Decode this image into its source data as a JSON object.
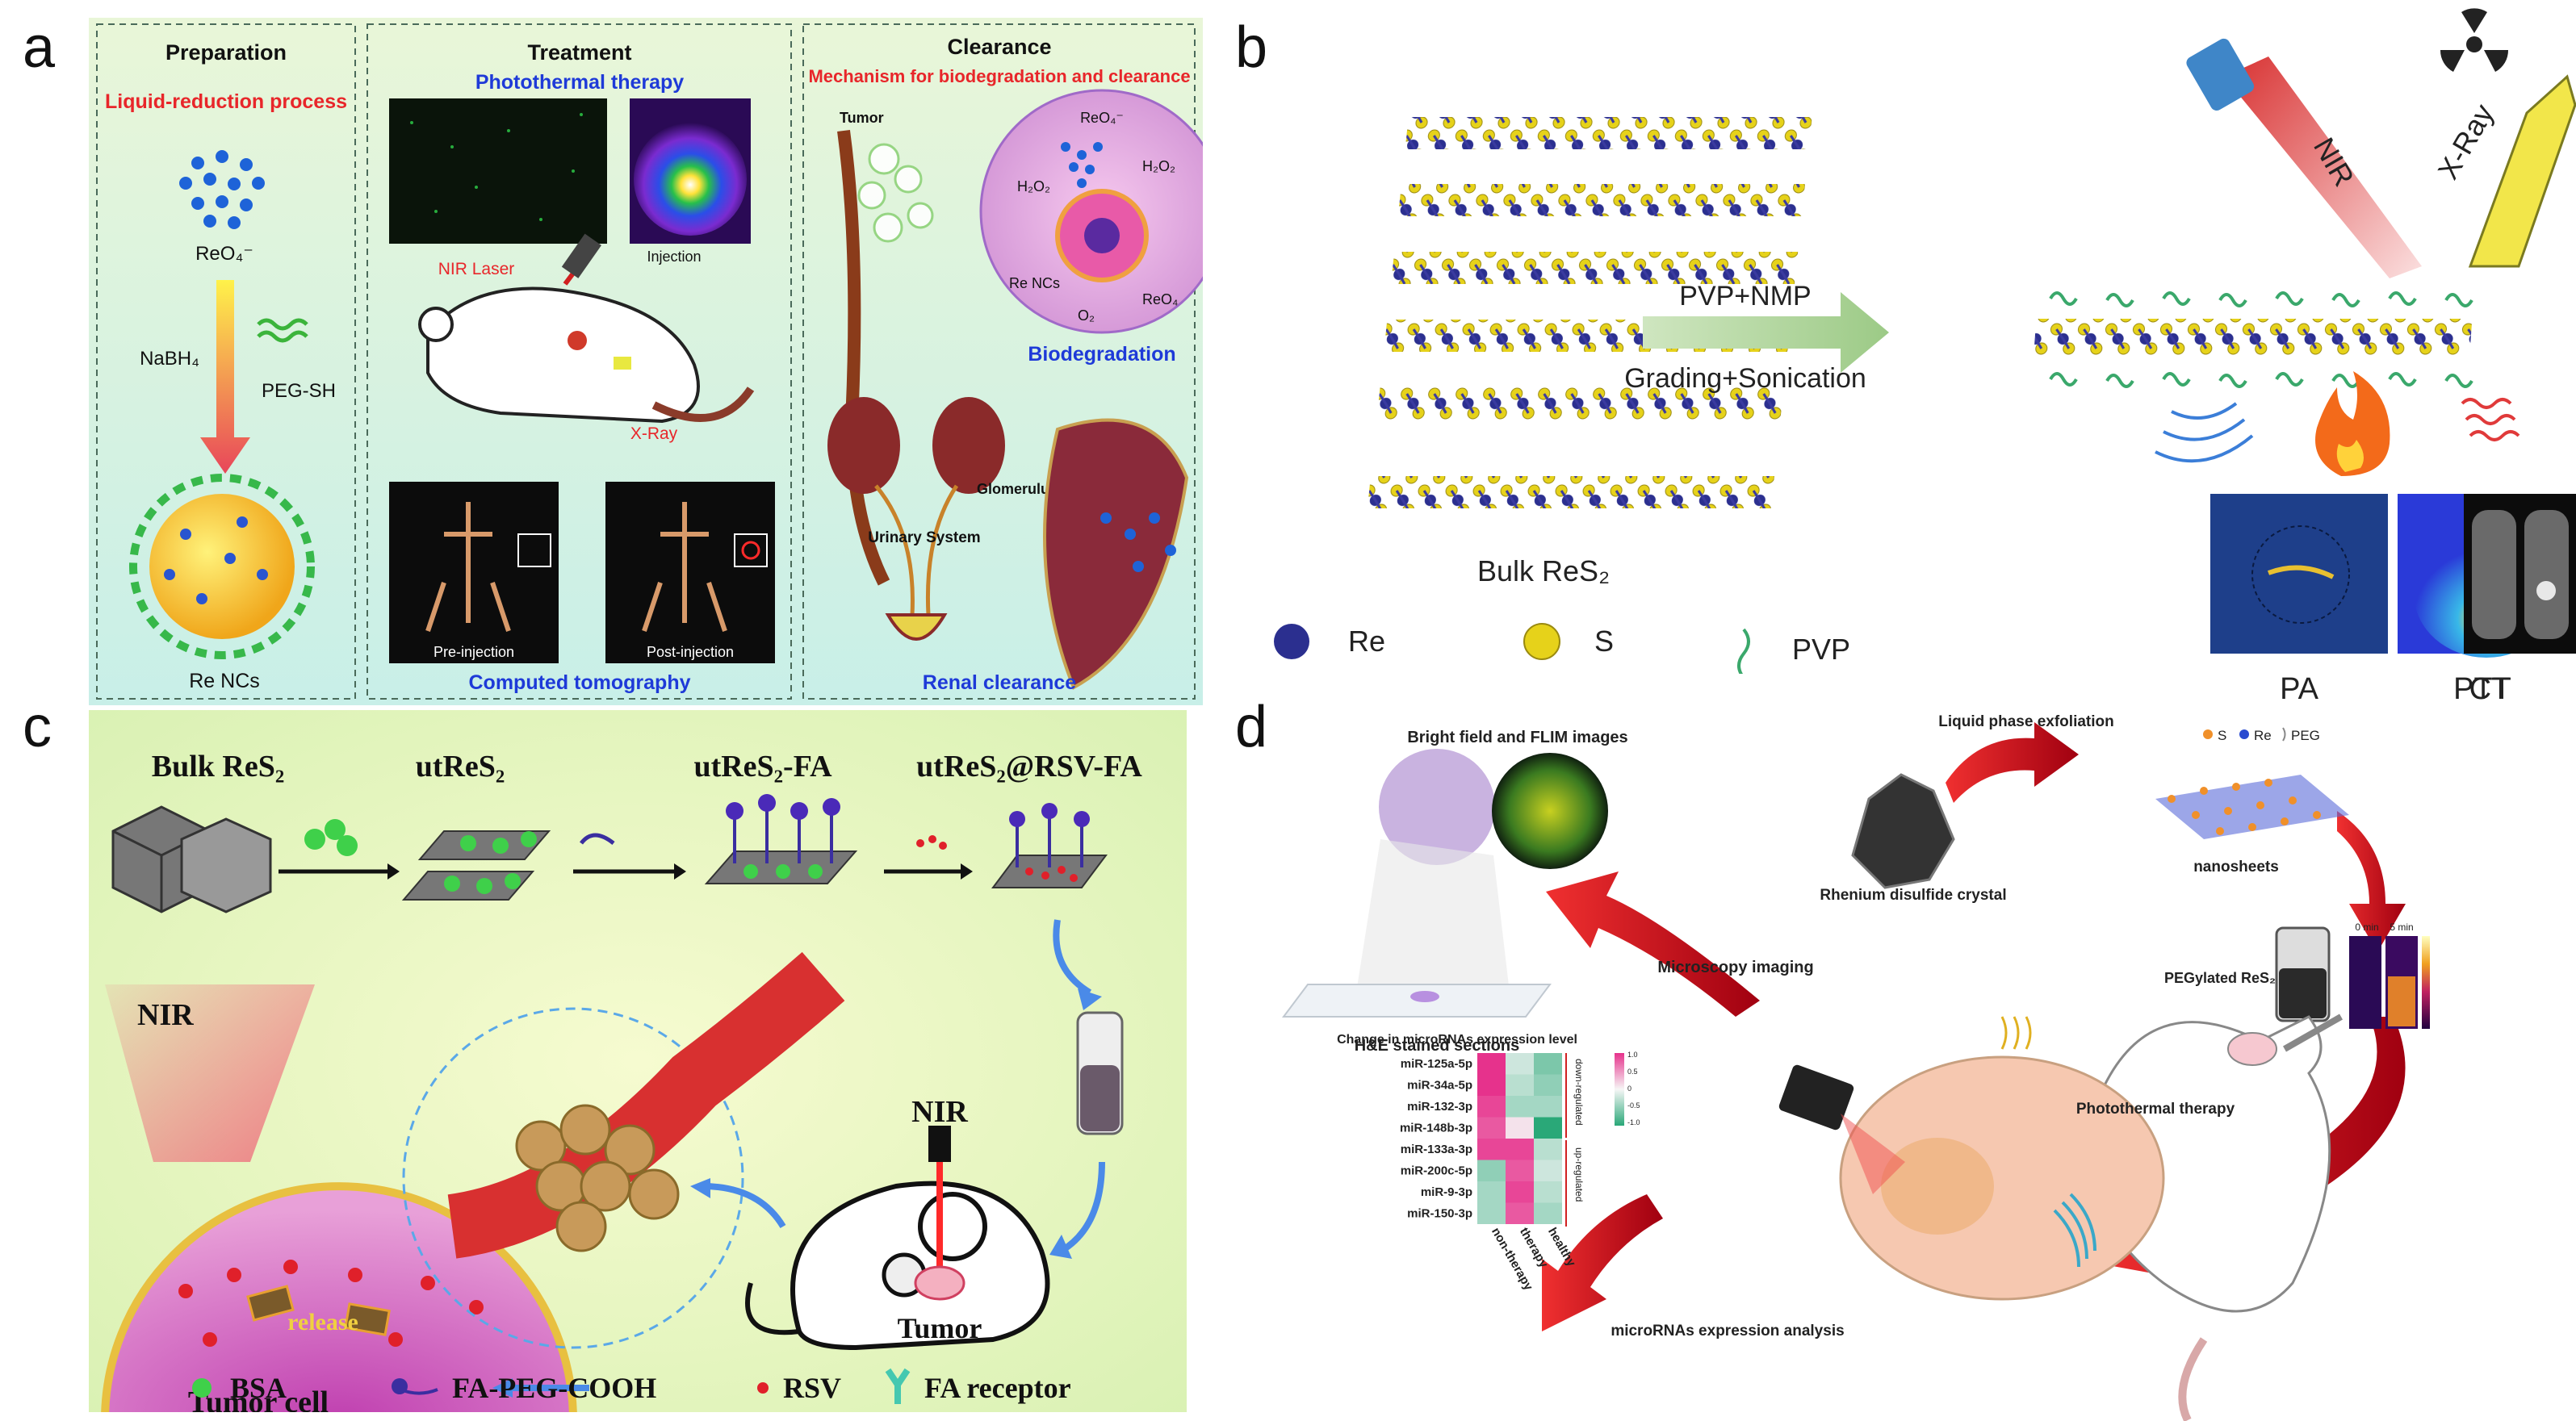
{
  "panels": {
    "a": {
      "letter": "a",
      "prep": {
        "title": "Preparation",
        "subtitle": "Liquid-reduction process",
        "precursor": "ReO₄⁻",
        "reductant": "NaBH₄",
        "ligand": "PEG-SH",
        "product": "Re NCs"
      },
      "treatment": {
        "title": "Treatment",
        "subtitle": "Photothermal therapy",
        "laser": "NIR Laser",
        "injection": "Injection",
        "xray": "X-Ray",
        "pre": "Pre-injection",
        "post": "Post-injection",
        "footer": "Computed tomography"
      },
      "clearance": {
        "title": "Clearance",
        "subtitle": "Mechanism for biodegradation and clearance",
        "tumor": "Tumor",
        "reo4": "ReO₄⁻",
        "h2o2_left": "H₂O₂",
        "h2o2_right": "H₂O₂",
        "renc": "Re NCs",
        "o2": "O₂",
        "reo4b": "ReO₄",
        "biodeg": "Biodegradation",
        "glomerulus": "Glomerulus",
        "urinary": "Urinary System",
        "renal": "Renal clearance"
      }
    },
    "b": {
      "letter": "b",
      "bulk": "Bulk ReS₂",
      "arrow_top": "PVP+NMP",
      "arrow_bottom": "Grading+Sonication",
      "nir": "NIR",
      "xray": "X-Ray",
      "legend": [
        {
          "label": "Re",
          "color": "#2b2f8f"
        },
        {
          "label": "S",
          "color": "#e6d21a"
        },
        {
          "label": "PVP",
          "color": "#3aa86b"
        }
      ],
      "images": [
        "PA",
        "PTT",
        "CT"
      ]
    },
    "c": {
      "letter": "c",
      "steps": [
        "Bulk ReS₂",
        "utReS₂",
        "utReS₂-FA",
        "utReS₂@RSV-FA"
      ],
      "nir_left": "NIR",
      "nir_right": "NIR",
      "release": "release",
      "tumor_cell": "Tumor cell",
      "tumor": "Tumor",
      "legend": [
        {
          "label": "BSA",
          "color": "#3fd04a"
        },
        {
          "label": "FA-PEG-COOH",
          "color": "#3a2ea0"
        },
        {
          "label": "RSV",
          "color": "#e0202a"
        },
        {
          "label": "FA receptor",
          "color": "#45c8b0"
        }
      ]
    },
    "d": {
      "letter": "d",
      "bright_field": "Bright field and FLIM images",
      "he": "H&E stained sections",
      "microscopy": "Microscopy imaging",
      "lpe": "Liquid phase exfoliation",
      "crystal": "Rhenium disulfide crystal",
      "legend_s": "S",
      "legend_re": "Re",
      "legend_peg": "PEG",
      "nanosheets": "nanosheets",
      "pegylated": "PEGylated ReS₂",
      "t0": "0 min",
      "t5": "5 min",
      "ptt": "Photothermal therapy",
      "mirna_analysis": "microRNAs expression analysis",
      "heatmap": {
        "title": "Change in microRNAs expression level",
        "rows": [
          "miR-125a-5p",
          "miR-34a-5p",
          "miR-132-3p",
          "miR-148b-3p",
          "miR-133a-3p",
          "miR-200c-5p",
          "miR-9-3p",
          "miR-150-3p"
        ],
        "cols": [
          "non-therapy",
          "therapy",
          "healthy"
        ],
        "group_down": "down-regulated",
        "group_up": "up-regulated",
        "scale_ticks": [
          "1.0",
          "0.5",
          "0",
          "-0.5",
          "-1.0"
        ],
        "values": [
          [
            1.0,
            -0.2,
            -0.6
          ],
          [
            1.0,
            -0.3,
            -0.5
          ],
          [
            0.9,
            -0.4,
            -0.4
          ],
          [
            0.8,
            0.1,
            -1.0
          ],
          [
            0.9,
            0.9,
            -0.3
          ],
          [
            -0.5,
            0.8,
            -0.2
          ],
          [
            -0.4,
            0.9,
            -0.3
          ],
          [
            -0.4,
            0.8,
            -0.4
          ]
        ]
      }
    }
  }
}
